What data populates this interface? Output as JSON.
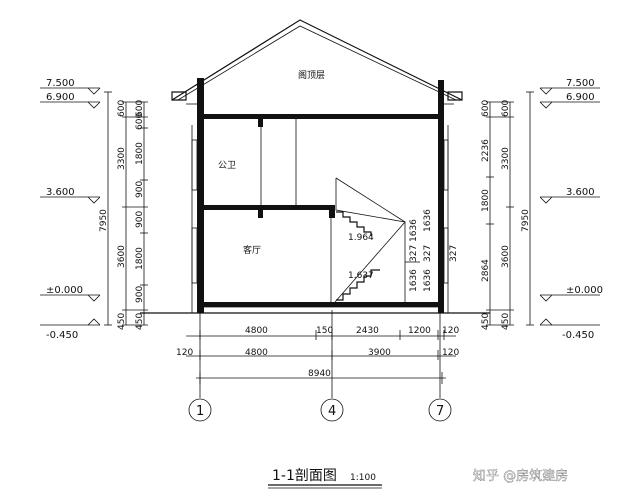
{
  "title": {
    "name": "1-1剖面图",
    "scale": "1:100"
  },
  "rooms": {
    "attic": "阁顶层",
    "toilet": "公卫",
    "living": "客厅"
  },
  "levels": {
    "left": [
      "7.500",
      "6.900",
      "3.600",
      "±0.000",
      "-0.450"
    ],
    "right": [
      "7.500",
      "6.900",
      "3.600",
      "±0.000",
      "-0.450"
    ]
  },
  "dims_left": {
    "outer_total": "7950",
    "mid": [
      "600",
      "3300",
      "3600",
      "450"
    ],
    "inner": [
      "600",
      "600",
      "1800",
      "900",
      "900",
      "1800",
      "900",
      "450"
    ]
  },
  "dims_right": {
    "inner": [
      "600",
      "2236",
      "1800",
      "2864",
      "450"
    ],
    "mid": [
      "600",
      "3300",
      "3600",
      "450"
    ],
    "outer_total": "7950"
  },
  "dims_bottom": {
    "row1": [
      "4800",
      "150",
      "2430",
      "1200",
      "120"
    ],
    "row2": [
      "120",
      "4800",
      "3900",
      "120"
    ],
    "total": "8940"
  },
  "stair": {
    "upper_height": "1.964",
    "lower_height": "1.637",
    "dims": [
      "1636",
      "1636",
      "327",
      "327",
      "1636",
      "1636",
      "327"
    ]
  },
  "grid_axes": [
    "1",
    "4",
    "7"
  ],
  "watermark": "知乎 @房筑建房"
}
